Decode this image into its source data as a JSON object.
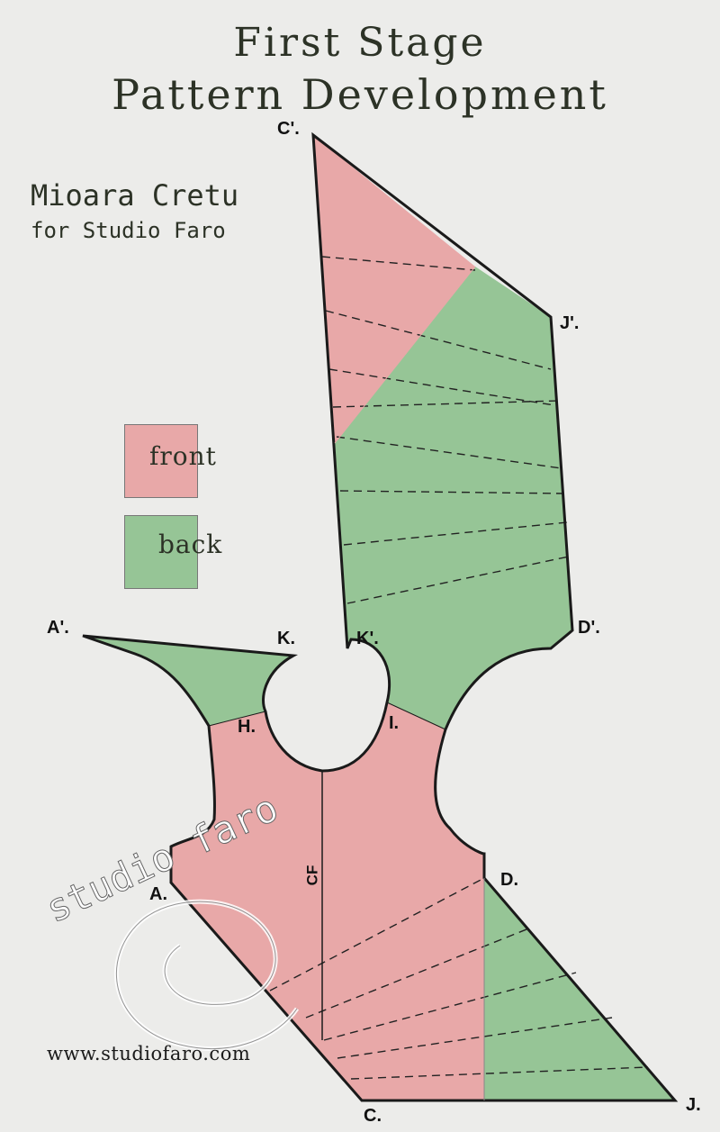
{
  "title": {
    "line1": "First Stage",
    "line2": "Pattern Development"
  },
  "author": {
    "name": "Mioara Cretu",
    "for": "for Studio Faro"
  },
  "legend": {
    "front": "front",
    "back": "back"
  },
  "colors": {
    "front": "#e8a8a8",
    "back": "#96c596",
    "outline": "#1a1a1a",
    "background": "#ececea"
  },
  "points": {
    "C_prime": "C'.",
    "J_prime": "J'.",
    "D_prime": "D'.",
    "K_prime": "K'.",
    "A_prime": "A'.",
    "K": "K.",
    "H": "H.",
    "I": "I.",
    "A": "A.",
    "D": "D.",
    "C": "C.",
    "J": "J.",
    "CF": "CF"
  },
  "watermark": "studio faro",
  "website": "www.studiofaro.com"
}
